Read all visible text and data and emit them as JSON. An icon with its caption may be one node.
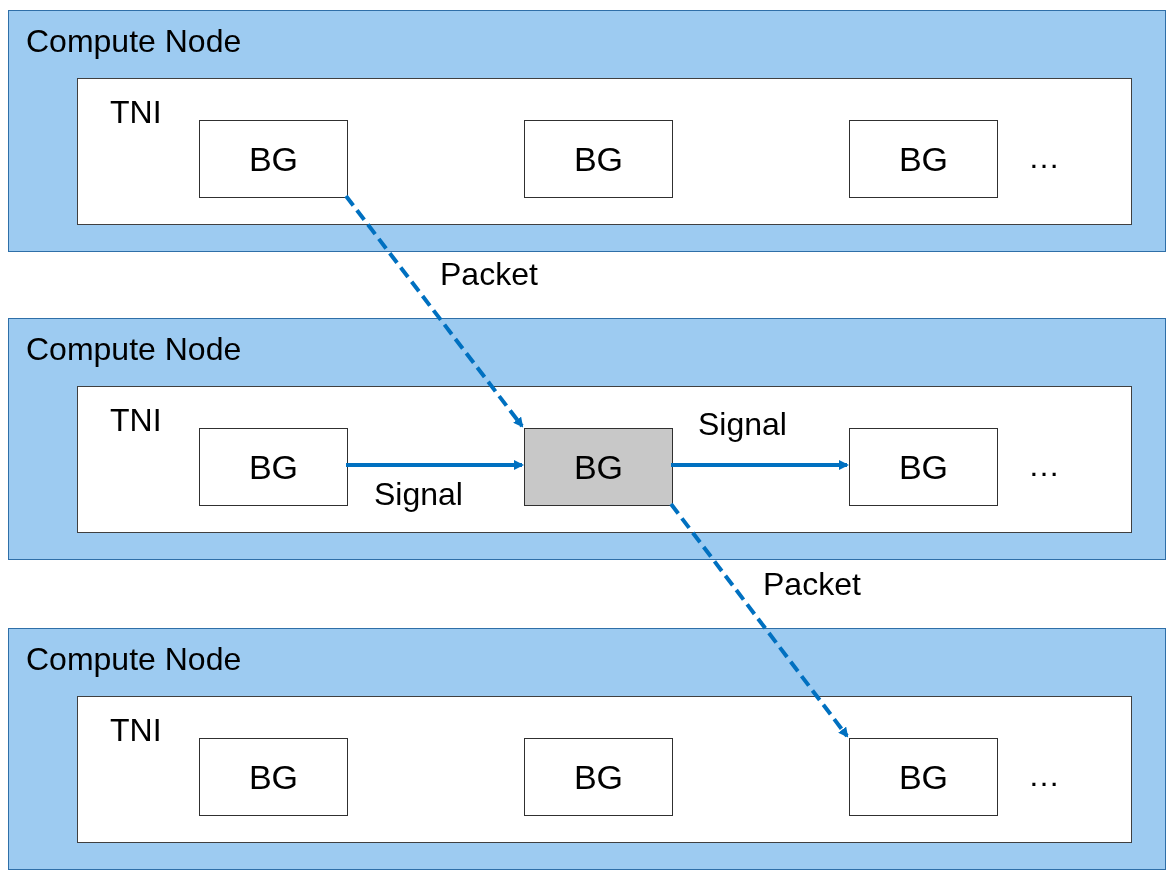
{
  "diagram": {
    "nodes": [
      {
        "text": [
          "Compute Node"
        ]
      },
      {
        "text": [
          "TNI",
          "…"
        ],
        "in": 0
      },
      {
        "text": [
          "BG"
        ],
        "in": 1
      },
      {
        "text": [
          "BG"
        ],
        "in": 1
      },
      {
        "text": [
          "BG"
        ],
        "in": 1
      },
      {
        "text": [
          "Compute Node"
        ]
      },
      {
        "text": [
          "TNI",
          "…"
        ],
        "in": 5
      },
      {
        "text": [
          "BG"
        ],
        "in": 6
      },
      {
        "text": [
          "BG"
        ],
        "in": 6
      },
      {
        "text": [
          "BG"
        ],
        "in": 6
      },
      {
        "text": [
          "Compute Node"
        ]
      },
      {
        "text": [
          "TNI",
          "…"
        ],
        "in": 10
      },
      {
        "text": [
          "BG"
        ],
        "in": 11
      },
      {
        "text": [
          "BG"
        ],
        "in": 11
      },
      {
        "text": [
          "BG"
        ],
        "in": 11
      }
    ],
    "edges": [
      {
        "from": 2,
        "to": 8,
        "arrow": "to",
        "label": "Packet",
        "style": "dashed"
      },
      {
        "from": 7,
        "to": 8,
        "arrow": "to",
        "label": "Signal"
      },
      {
        "from": 8,
        "to": 9,
        "arrow": "to",
        "label": "Signal"
      },
      {
        "from": 8,
        "to": 14,
        "arrow": "to",
        "label": "Packet",
        "style": "dashed"
      }
    ]
  }
}
